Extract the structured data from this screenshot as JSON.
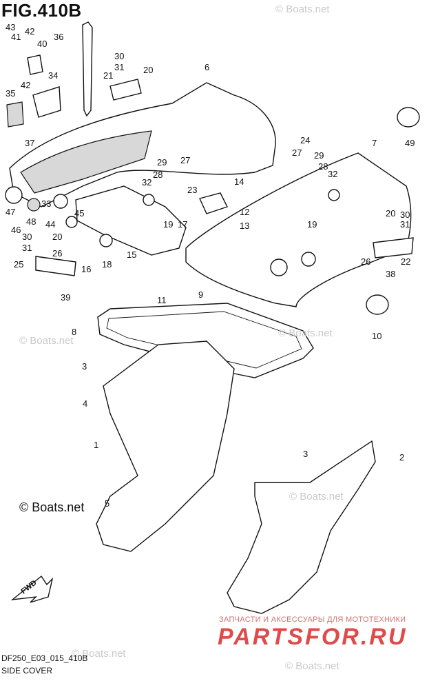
{
  "figure": {
    "title": "FIG.410B",
    "code": "DF250_E03_015_410B",
    "caption": "SIDE COVER"
  },
  "watermarks": {
    "main": "© Boats.net",
    "faint": "© Boats.net",
    "site": "PARTSFOR.RU",
    "promo": "ЗАПЧАСТИ И АКСЕССУАРЫ ДЛЯ МОТОТЕХНИКИ"
  },
  "direction_label": "FWD",
  "callouts": [
    "1",
    "2",
    "3",
    "3",
    "4",
    "5",
    "6",
    "7",
    "8",
    "9",
    "10",
    "11",
    "12",
    "13",
    "14",
    "15",
    "16",
    "17",
    "18",
    "19",
    "19",
    "20",
    "20",
    "20",
    "21",
    "22",
    "23",
    "24",
    "25",
    "26",
    "26",
    "27",
    "27",
    "28",
    "28",
    "29",
    "29",
    "30",
    "30",
    "30",
    "31",
    "31",
    "31",
    "32",
    "32",
    "33",
    "34",
    "35",
    "36",
    "37",
    "38",
    "39",
    "40",
    "41",
    "42",
    "42",
    "43",
    "44",
    "45",
    "46",
    "47",
    "48",
    "49"
  ],
  "colors": {
    "line": "#111111",
    "fill": "#ffffff",
    "shade": "#d8d8d8",
    "watermark": "#c9c9c9",
    "brand": "#e04a4a"
  }
}
